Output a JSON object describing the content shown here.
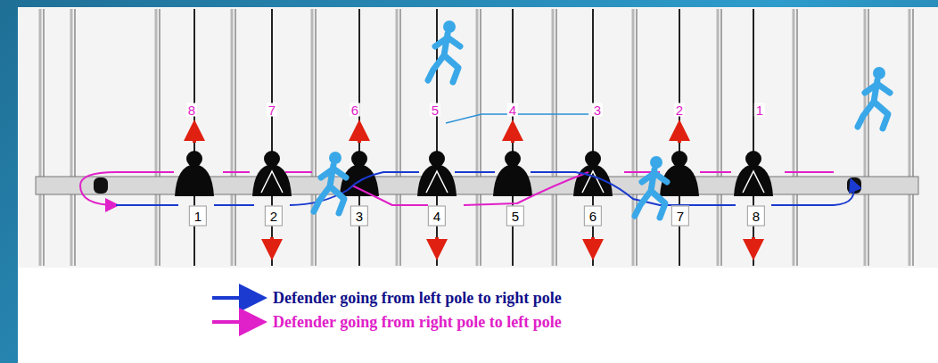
{
  "diagram": {
    "labels": [
      "8",
      "7",
      "6",
      "5",
      "4",
      "3",
      "2",
      "1",
      "1",
      "2",
      "3",
      "4",
      "5",
      "6",
      "7",
      "8"
    ],
    "legend": [
      {
        "text": "Defender going from left pole to right pole"
      },
      {
        "text": "Defender going from right pole to left pole"
      }
    ]
  }
}
